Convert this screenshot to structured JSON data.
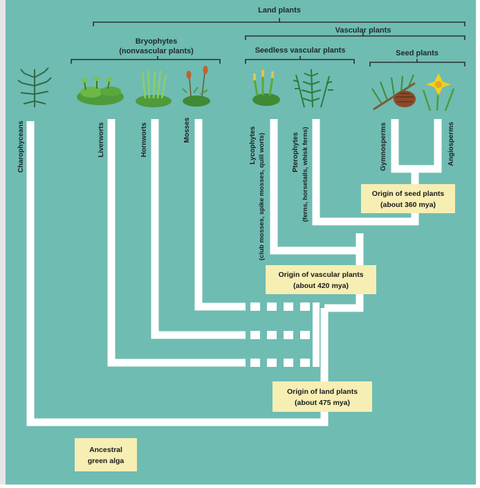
{
  "groups": {
    "land_plants": "Land plants",
    "vascular_plants": "Vascular plants",
    "bryophytes_line1": "Bryophytes",
    "bryophytes_line2": "(nonvascular plants)",
    "seedless_vascular": "Seedless vascular plants",
    "seed_plants": "Seed plants"
  },
  "taxa": {
    "charophyceans": "Charophyceans",
    "liverworts": "Liverworts",
    "hornworts": "Hornworts",
    "mosses": "Mosses",
    "lycophytes": "Lycophytes",
    "lycophytes_sub": "(club mosses, spike mosses, quill worts)",
    "pterophytes": "Pterophytes",
    "pterophytes_sub": "(ferns, horsetails, whisk ferns)",
    "gymnosperms": "Gymnosperms",
    "angiosperms": "Angiosperms"
  },
  "events": {
    "seed_line1": "Origin of seed plants",
    "seed_line2": "(about 360 mya)",
    "vascular_line1": "Origin of vascular plants",
    "vascular_line2": "(about 420 mya)",
    "land_line1": "Origin of land plants",
    "land_line2": "(about 475 mya)",
    "ancestor_line1": "Ancestral",
    "ancestor_line2": "green alga"
  },
  "colors": {
    "background": "#6fbcb2",
    "branch": "#ffffff",
    "label_box": "#f7eeb4",
    "text": "#1a1a1a"
  }
}
